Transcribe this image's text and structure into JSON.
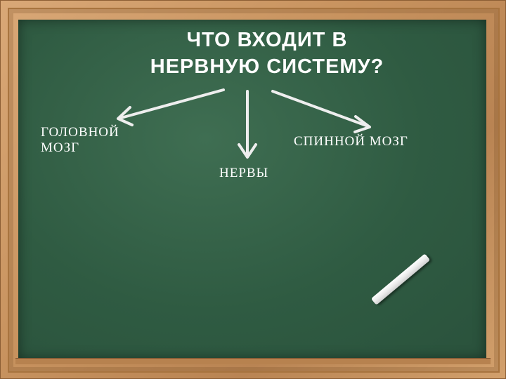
{
  "board": {
    "title_line1": "ЧТО  ВХОДИТ В",
    "title_line2": "НЕРВНУЮ СИСТЕМУ?",
    "branches": {
      "left_line1": "ГОЛОВНОЙ",
      "left_line2": "МОЗГ",
      "center": "НЕРВЫ",
      "right": "СПИННОЙ  МОЗГ"
    }
  },
  "colors": {
    "board_green": "#2f5b42",
    "frame_wood": "#c8935f",
    "chalk_white": "#ffffff"
  }
}
